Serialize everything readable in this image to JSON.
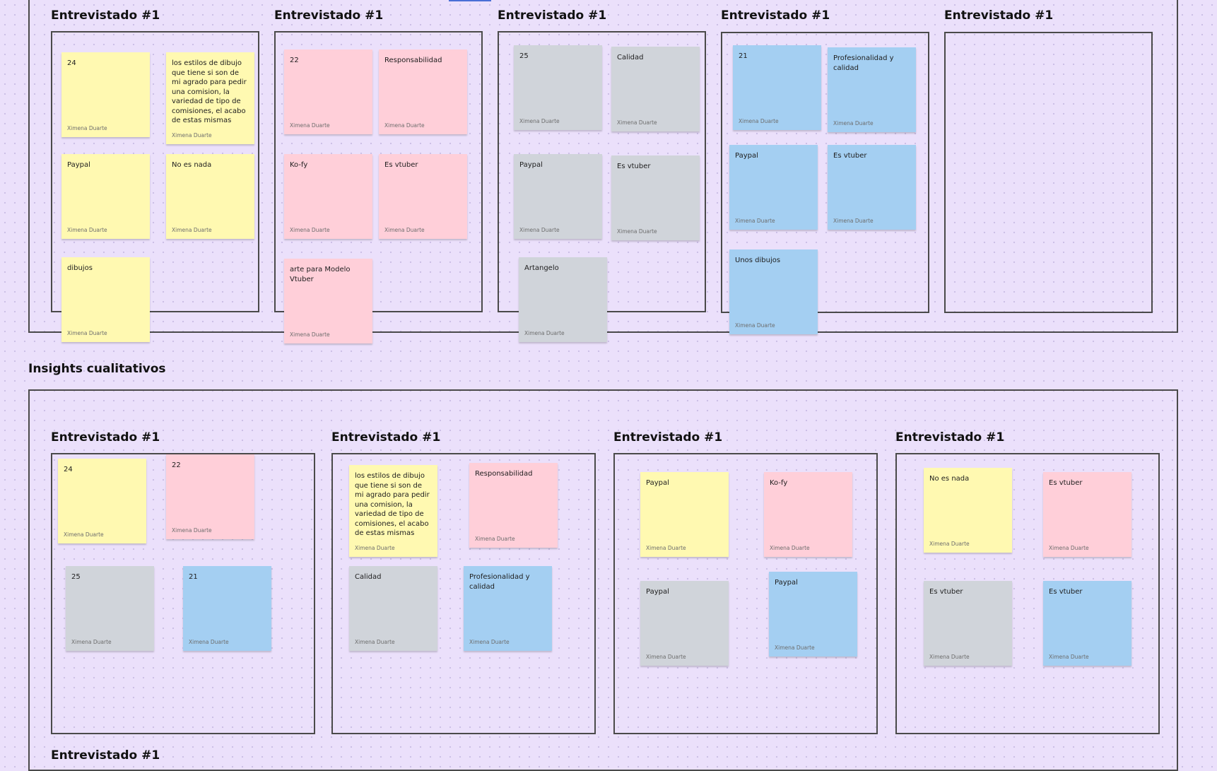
{
  "board": {
    "section_title": "Insights cualitativos",
    "colors": {
      "yellow": "#fff9b1",
      "pink": "#ffcfd9",
      "gray": "#d0d4da",
      "blue": "#a4cff2",
      "frame": "#4a4a4a",
      "background": "#ebe0fb"
    }
  },
  "top_section": {
    "groups": [
      {
        "title": "Entrevistado #1",
        "notes": [
          {
            "text": "24",
            "author": "Ximena Duarte"
          },
          {
            "text": "los estilos de dibujo que tiene si son de mi agrado para pedir una comision, la variedad de tipo de comisiones, el acabo de estas mismas",
            "author": "Ximena Duarte"
          },
          {
            "text": "Paypal",
            "author": "Ximena Duarte"
          },
          {
            "text": "No es nada",
            "author": "Ximena Duarte"
          },
          {
            "text": "dibujos",
            "author": "Ximena Duarte"
          }
        ]
      },
      {
        "title": "Entrevistado #1",
        "notes": [
          {
            "text": "22",
            "author": "Ximena Duarte"
          },
          {
            "text": "Responsabilidad",
            "author": "Ximena Duarte"
          },
          {
            "text": "Ko-fy",
            "author": "Ximena Duarte"
          },
          {
            "text": "Es vtuber",
            "author": "Ximena Duarte"
          },
          {
            "text": "arte para Modelo Vtuber",
            "author": "Ximena Duarte"
          }
        ]
      },
      {
        "title": "Entrevistado #1",
        "notes": [
          {
            "text": "25",
            "author": "Ximena Duarte"
          },
          {
            "text": "Calidad",
            "author": "Ximena Duarte"
          },
          {
            "text": "Paypal",
            "author": "Ximena Duarte"
          },
          {
            "text": "Es vtuber",
            "author": "Ximena Duarte"
          },
          {
            "text": "Artangelo",
            "author": "Ximena Duarte"
          }
        ]
      },
      {
        "title": "Entrevistado #1",
        "notes": [
          {
            "text": "21",
            "author": "Ximena Duarte"
          },
          {
            "text": "Profesionalidad y calidad",
            "author": "Ximena Duarte"
          },
          {
            "text": "Paypal",
            "author": "Ximena Duarte"
          },
          {
            "text": "Es vtuber",
            "author": "Ximena Duarte"
          },
          {
            "text": "Unos dibujos",
            "author": "Ximena Duarte"
          }
        ]
      },
      {
        "title": "Entrevistado #1",
        "notes": []
      }
    ]
  },
  "insights_section": {
    "groups": [
      {
        "title": "Entrevistado #1",
        "notes": [
          {
            "text": "24",
            "author": "Ximena Duarte"
          },
          {
            "text": "22",
            "author": "Ximena Duarte"
          },
          {
            "text": "25",
            "author": "Ximena Duarte"
          },
          {
            "text": "21",
            "author": "Ximena Duarte"
          }
        ]
      },
      {
        "title": "Entrevistado #1",
        "notes": [
          {
            "text": "los estilos de dibujo que tiene si son de mi agrado para pedir una comision, la variedad de tipo de comisiones, el acabo de estas mismas",
            "author": "Ximena Duarte"
          },
          {
            "text": "Responsabilidad",
            "author": "Ximena Duarte"
          },
          {
            "text": "Calidad",
            "author": "Ximena Duarte"
          },
          {
            "text": "Profesionalidad y calidad",
            "author": "Ximena Duarte"
          }
        ]
      },
      {
        "title": "Entrevistado #1",
        "notes": [
          {
            "text": "Paypal",
            "author": "Ximena Duarte"
          },
          {
            "text": "Ko-fy",
            "author": "Ximena Duarte"
          },
          {
            "text": "Paypal",
            "author": "Ximena Duarte"
          },
          {
            "text": "Paypal",
            "author": "Ximena Duarte"
          }
        ]
      },
      {
        "title": "Entrevistado #1",
        "notes": [
          {
            "text": "No es nada",
            "author": "Ximena Duarte"
          },
          {
            "text": "Es vtuber",
            "author": "Ximena Duarte"
          },
          {
            "text": "Es vtuber",
            "author": "Ximena Duarte"
          },
          {
            "text": "Es vtuber",
            "author": "Ximena Duarte"
          }
        ]
      }
    ],
    "next_group_title": "Entrevistado #1"
  }
}
